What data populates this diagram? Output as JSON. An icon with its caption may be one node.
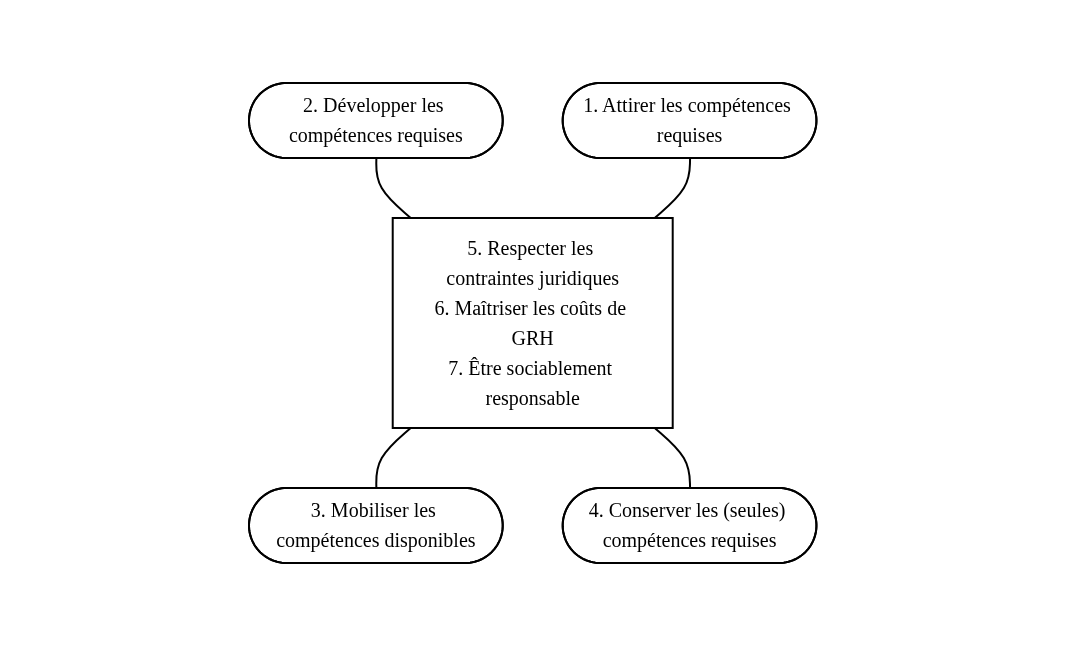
{
  "diagram": {
    "nodes": [
      {
        "text": [
          "2. Développer les compétences requises"
        ]
      },
      {
        "text": [
          "1. Attirer les compétences requises"
        ]
      },
      {
        "text": [
          "5. Respecter les contraintes juridiques",
          "6. Maîtriser les coûts de GRH",
          "7. Être sociablement responsable"
        ]
      },
      {
        "text": [
          "3. Mobiliser les compétences disponibles"
        ]
      },
      {
        "text": [
          "4. Conserver les (seules) compétences requises"
        ]
      }
    ],
    "edges": [
      {
        "from": 0,
        "to": 2,
        "arrow": "none"
      },
      {
        "from": 1,
        "to": 2,
        "arrow": "none"
      },
      {
        "from": 2,
        "to": 3,
        "arrow": "none"
      },
      {
        "from": 2,
        "to": 4,
        "arrow": "none"
      }
    ]
  }
}
